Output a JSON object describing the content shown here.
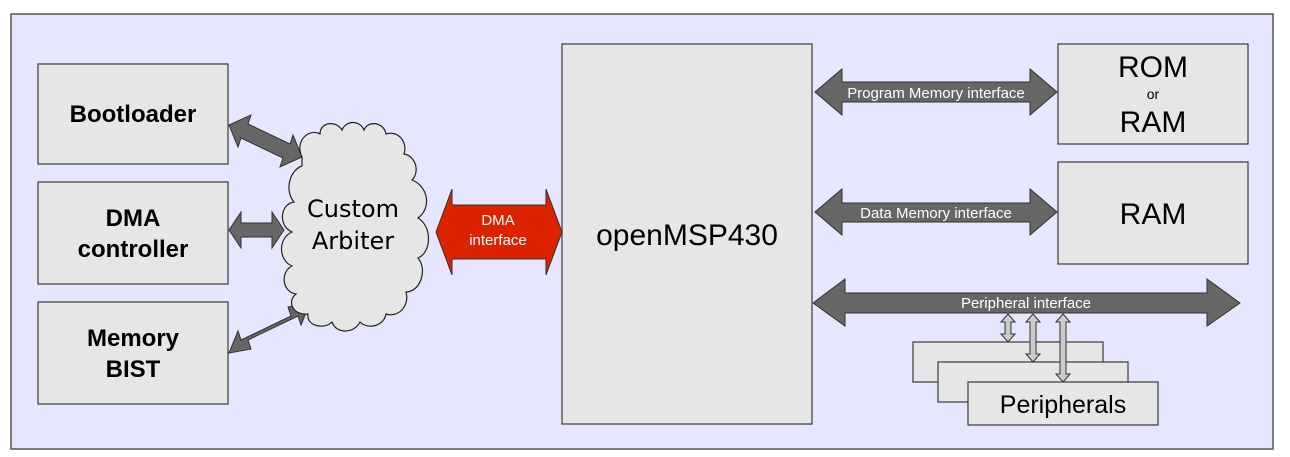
{
  "diagram": {
    "blocks": {
      "bootloader": "Bootloader",
      "dma_controller": [
        "DMA",
        "controller"
      ],
      "memory_bist": [
        "Memory",
        "BIST"
      ],
      "arbiter": [
        "Custom",
        "Arbiter"
      ],
      "cpu": "openMSP430",
      "program_memory": {
        "top": "ROM",
        "middle": "or",
        "bottom": "RAM"
      },
      "data_memory": "RAM",
      "peripherals": "Peripherals"
    },
    "interfaces": {
      "dma": [
        "DMA",
        "interface"
      ],
      "program_memory": "Program Memory interface",
      "data_memory": "Data Memory interface",
      "peripheral": "Peripheral interface"
    },
    "colors": {
      "background": "#e6e6ff",
      "block_fill": "#e6e6e6",
      "bus_arrow": "#666666",
      "dma_arrow": "#dd2200",
      "peripheral_link": "#cccccc"
    }
  }
}
